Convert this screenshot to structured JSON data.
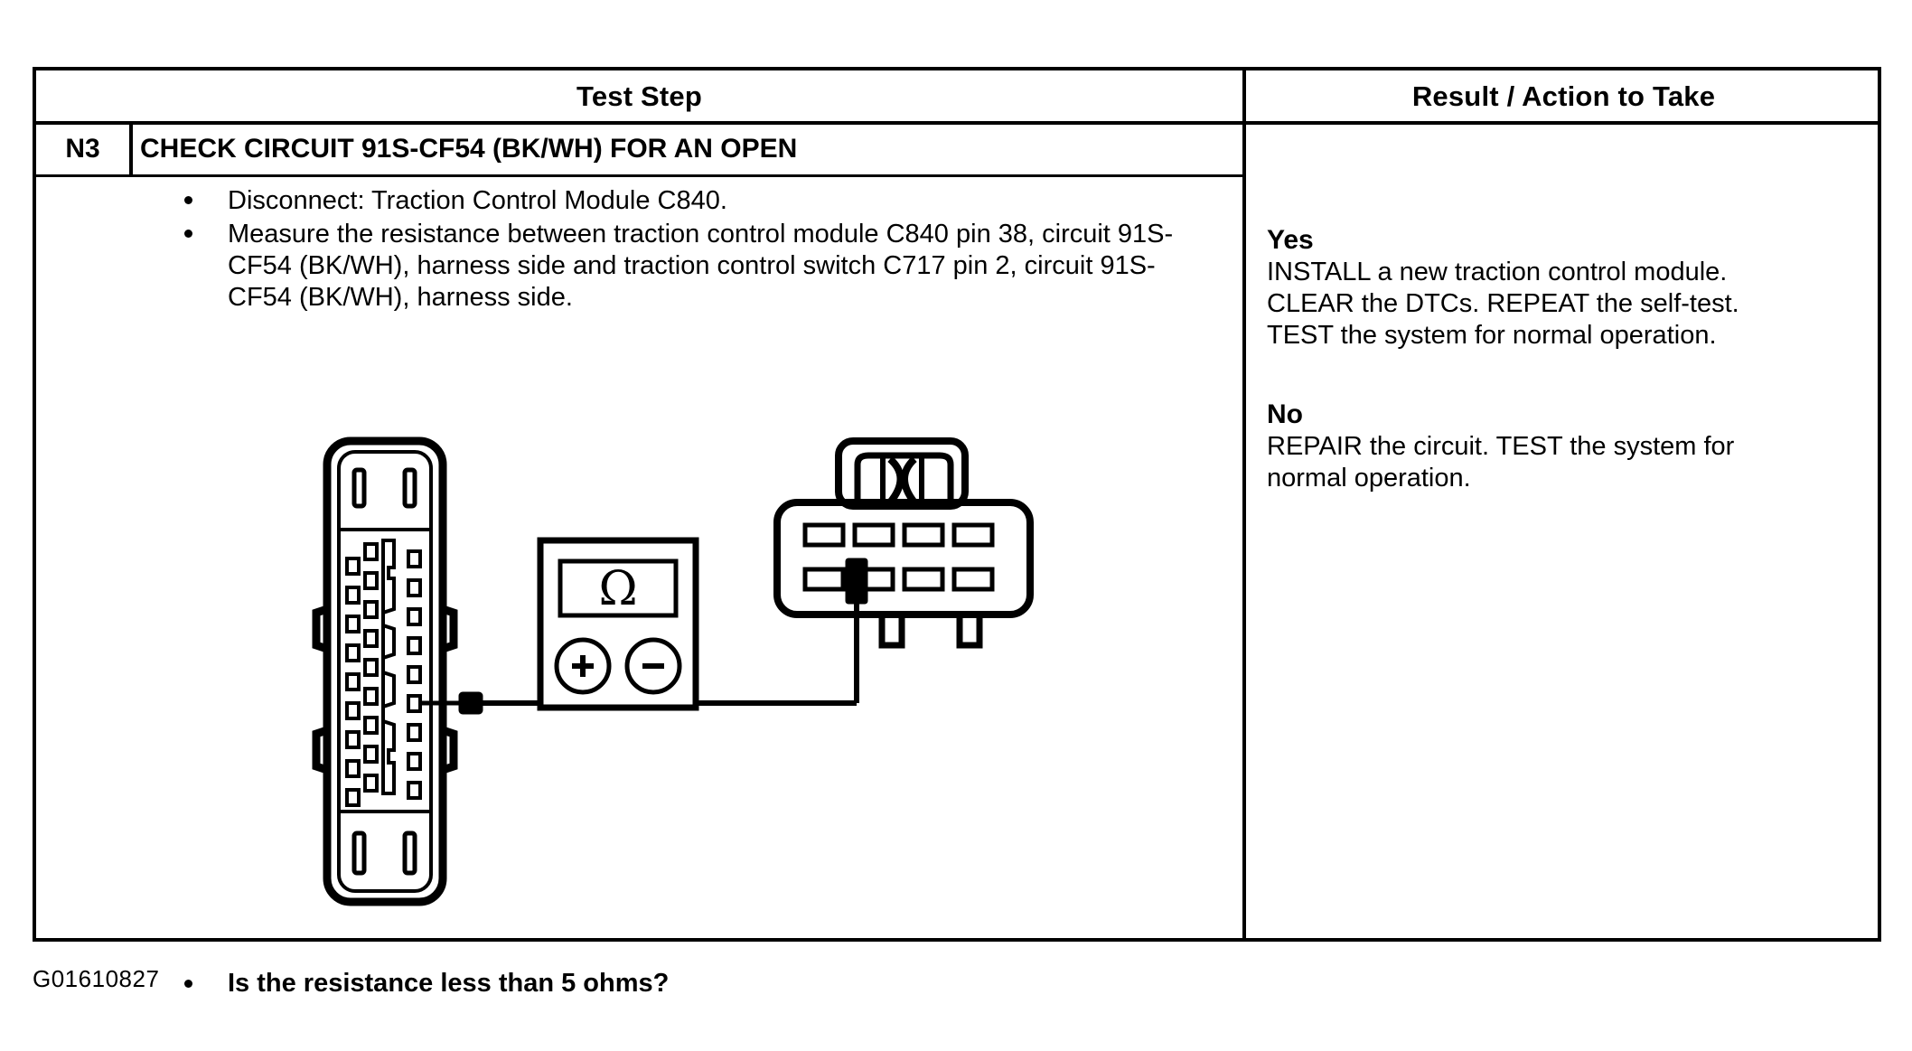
{
  "table": {
    "headers": {
      "test_step": "Test Step",
      "result_action": "Result / Action to Take"
    },
    "step": {
      "id": "N3",
      "title": "CHECK CIRCUIT 91S-CF54 (BK/WH) FOR AN OPEN",
      "bullets": [
        "Disconnect: Traction Control Module C840.",
        "Measure the resistance between traction control module C840 pin 38, circuit 91S-CF54 (BK/WH), harness side and traction control switch C717 pin 2, circuit 91S-CF54 (BK/WH), harness side."
      ],
      "question": "Is the resistance less than 5 ohms?"
    },
    "results": [
      {
        "label": "Yes",
        "body": "INSTALL a new traction control module.\nCLEAR the DTCs. REPEAT the self-test.\nTEST the system for normal operation."
      },
      {
        "label": "No",
        "body": "REPAIR the circuit. TEST the system for\nnormal operation."
      }
    ]
  },
  "figure": {
    "id": "G01610827",
    "meter_display_symbol": "Ω",
    "meter_positive_terminal": "+",
    "meter_negative_terminal": "−",
    "module_connector_name": "traction-control-module-connector-c840",
    "switch_connector_name": "traction-control-switch-connector-c717"
  },
  "colors": {
    "ink": "#000000",
    "paper": "#ffffff"
  }
}
